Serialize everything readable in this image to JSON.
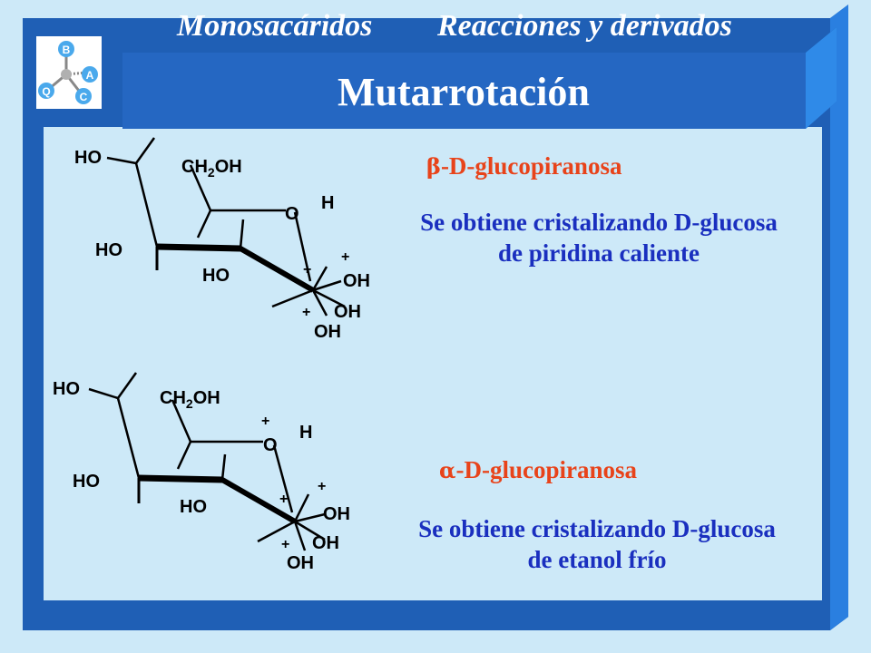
{
  "header": {
    "section": "Monosacáridos",
    "subsection": "Reacciones y derivados",
    "title": "Mutarrotación"
  },
  "logo": {
    "icon": "molecule-logo-icon",
    "letters": [
      "B",
      "A",
      "C",
      "Q"
    ]
  },
  "beta": {
    "greek": "β",
    "name": "-D-glucopiranosa",
    "line1": "Se obtiene cristalizando D-glucosa",
    "line2": "de piridina caliente"
  },
  "alpha": {
    "greek": "α",
    "name": "-D-glucopiranosa",
    "line1": "Se obtiene cristalizando D-glucosa",
    "line2": "de etanol frío"
  },
  "structure_labels": {
    "ho": "HO",
    "ch2oh_main": "CH",
    "ch2oh_sub": "2",
    "ch2oh_end": "OH",
    "o": "O",
    "h": "H",
    "oh": "OH",
    "plus": "+"
  },
  "colors": {
    "background": "#cde9f8",
    "panel": "#1f5fb5",
    "panel_dark": "#123c80",
    "accent_label": "#e8431a",
    "caption": "#1a2fbf"
  }
}
